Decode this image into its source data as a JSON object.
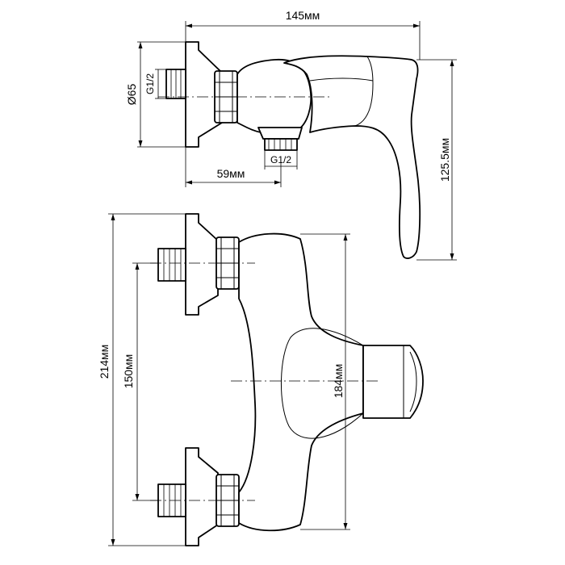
{
  "dimensions": {
    "total_width": "145мм",
    "outlet_offset": "59мм",
    "handle_height": "125.5мм",
    "flange_diameter": "Ø65",
    "inlet_thread_top": "G1/2",
    "outlet_thread": "G1/2",
    "total_height": "214мм",
    "inlet_spacing": "150мм",
    "body_height": "184мм"
  }
}
